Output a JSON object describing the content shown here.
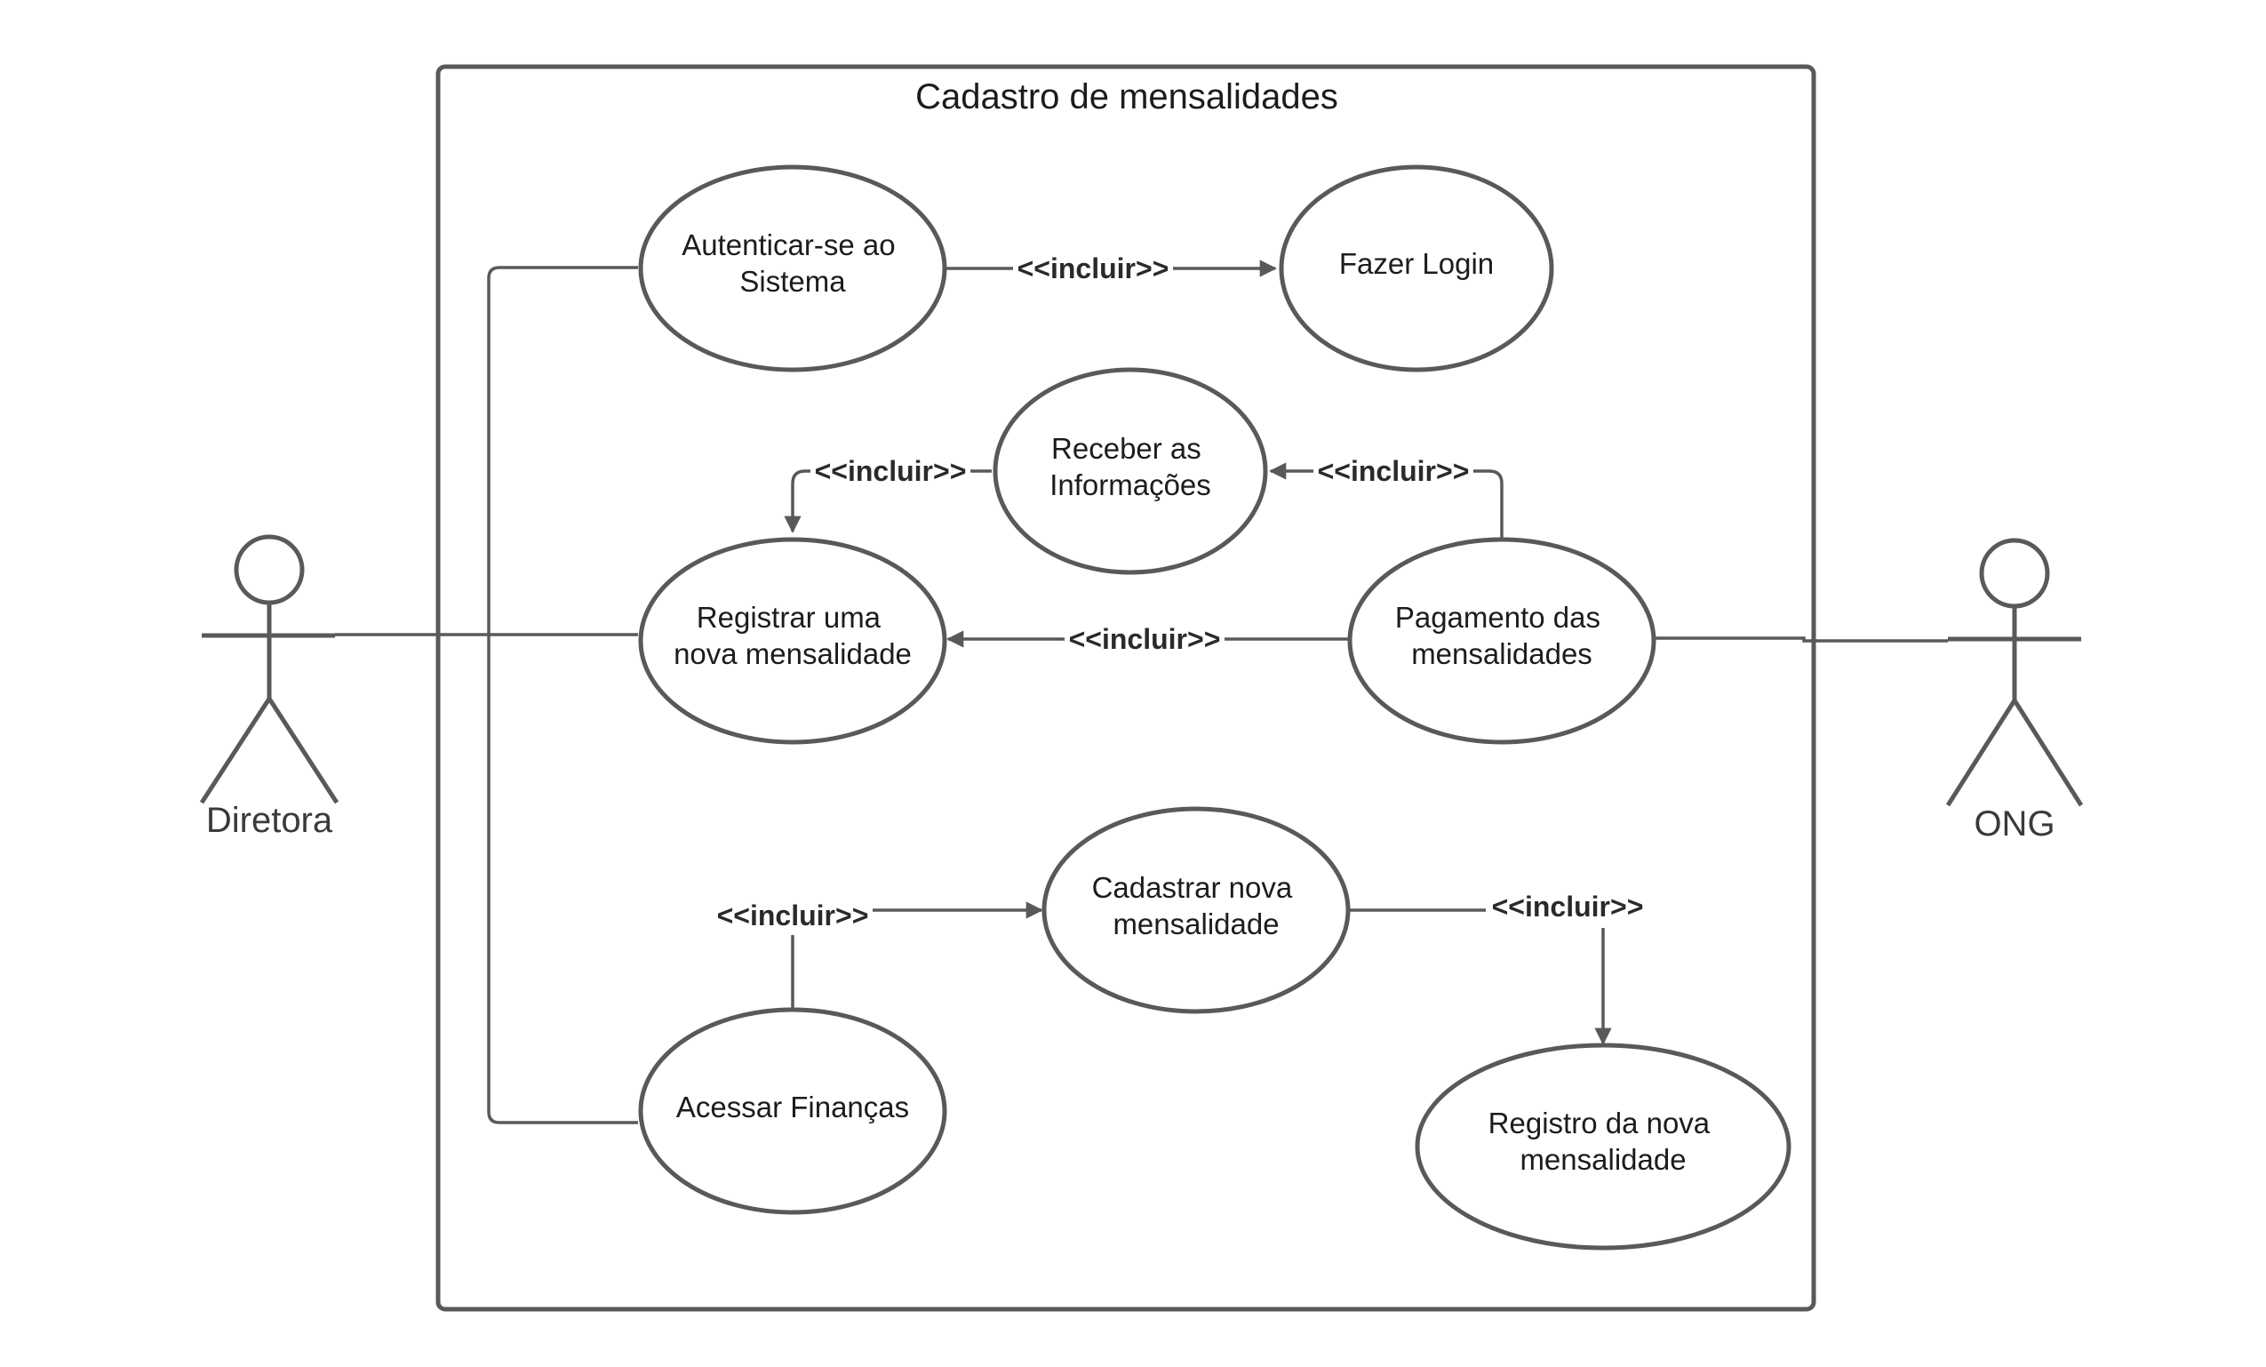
{
  "system": {
    "title": "Cadastro de mensalidades"
  },
  "actors": {
    "left": {
      "name": "Diretora"
    },
    "right": {
      "name": "ONG"
    }
  },
  "use_cases": {
    "autenticar": [
      "Autenticar-se ao",
      "Sistema"
    ],
    "fazer_login": [
      "Fazer Login"
    ],
    "receber_informacoes": [
      "Receber as",
      "Informações"
    ],
    "registrar_mensalidade": [
      "Registrar uma",
      "nova mensalidade"
    ],
    "pagamento": [
      "Pagamento das",
      "mensalidades"
    ],
    "cadastrar_mensalidade": [
      "Cadastrar nova",
      "mensalidade"
    ],
    "acessar_financas": [
      "Acessar Finanças"
    ],
    "registro_nova": [
      "Registro da nova",
      "mensalidade"
    ]
  },
  "relations": {
    "autenticar_login": "<<incluir>>",
    "receber_registrar": "<<incluir>>",
    "pagamento_receber": "<<incluir>>",
    "pagamento_registrar": "<<incluir>>",
    "financas_cadastrar": "<<incluir>>",
    "cadastrar_registro": "<<incluir>>"
  },
  "colors": {
    "stroke": "#595959",
    "text": "#1c1c1c",
    "background": "#ffffff"
  }
}
